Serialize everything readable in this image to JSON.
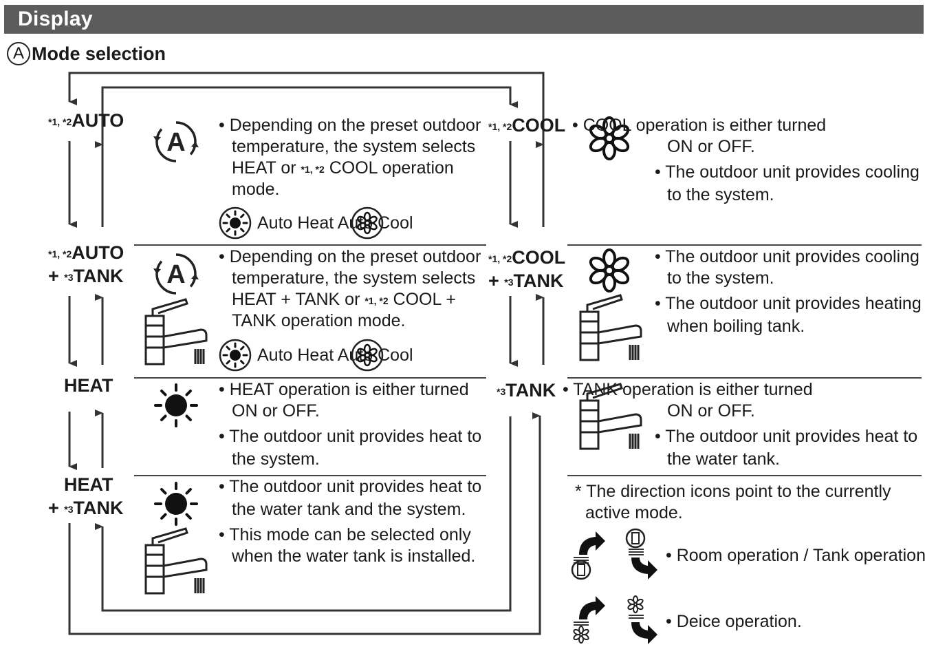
{
  "header": {
    "title": "Display"
  },
  "section": {
    "badge": "A",
    "title": "Mode selection"
  },
  "marks": {
    "m12": "*1, *2",
    "m3": "*3",
    "plus": "+"
  },
  "modes": {
    "auto": "AUTO",
    "tank": "TANK",
    "heat": "HEAT",
    "cool": "COOL"
  },
  "auto_desc": {
    "bullet": "•",
    "l1": "Depending on the preset outdoor",
    "l2": "temperature, the system selects",
    "l3a": "HEAT or ",
    "l3mark": "*1, *2",
    "l3b": " COOL operation",
    "l4": "mode."
  },
  "auto_tank_desc": {
    "l1": "Depending on the preset outdoor",
    "l2": "temperature, the system selects",
    "l3a": "HEAT + TANK or ",
    "l3mark": "*1, *2",
    "l3b": " COOL +",
    "l4": "TANK operation mode."
  },
  "auto_legend": {
    "text": "Auto Heat Auto Cool"
  },
  "heat_desc": {
    "b1a": "HEAT operation is either turned",
    "b1b": "ON or OFF.",
    "b2a": "The outdoor unit provides heat to",
    "b2b": "the system."
  },
  "heat_tank_desc": {
    "b1a": "The outdoor unit provides heat to",
    "b1b": "the water tank and the system.",
    "b2a": "This mode can be selected only",
    "b2b": "when the water tank is installed."
  },
  "cool_desc": {
    "b1a": "COOL operation is either turned",
    "b1b": "ON or OFF.",
    "b2a": "The outdoor unit provides cooling",
    "b2b": "to the system."
  },
  "cool_tank_desc": {
    "b1a": "The outdoor unit provides cooling",
    "b1b": "to the system.",
    "b2a": "The outdoor unit provides heating",
    "b2b": "when boiling tank."
  },
  "tank_desc": {
    "b1a": "TANK operation is either turned",
    "b1b": "ON or OFF.",
    "b2a": "The outdoor unit provides heat to",
    "b2b": "the water tank."
  },
  "note": {
    "l1": "* The direction icons point to the currently",
    "l2": "active mode.",
    "room_tank": "Room operation / Tank operation.",
    "deice": "Deice operation."
  }
}
